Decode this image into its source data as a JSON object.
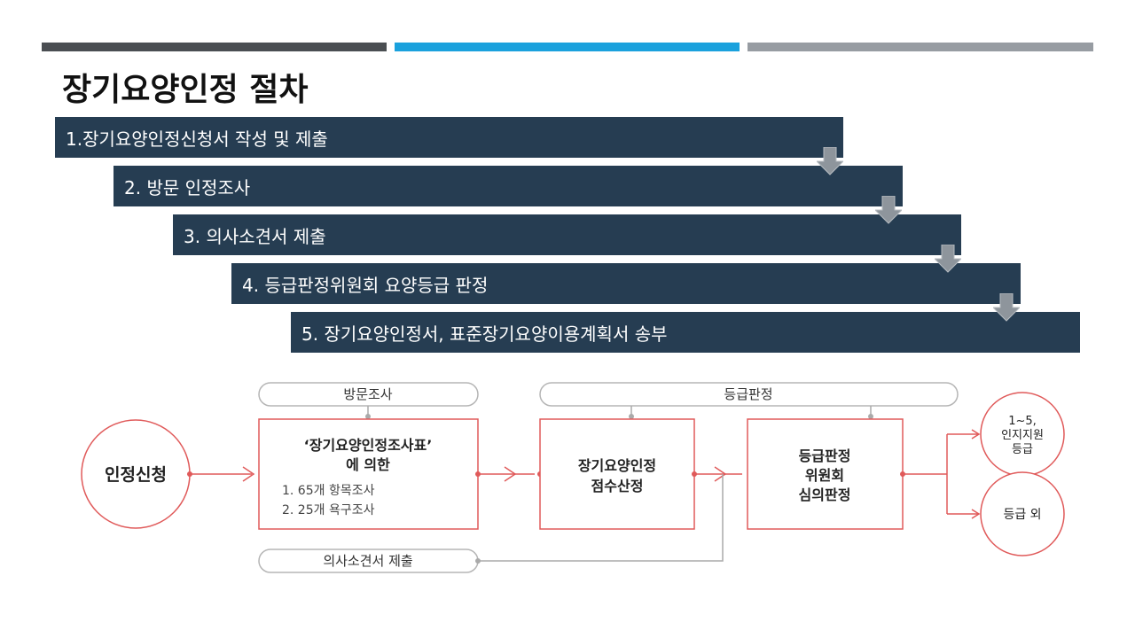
{
  "title": "장기요양인정 절차",
  "steps": [
    {
      "label": "1.장기요양인정신청서 작성 및 제출"
    },
    {
      "label": "2. 방문 인정조사"
    },
    {
      "label": "3. 의사소견서 제출"
    },
    {
      "label": "4. 등급판정위원회 요양등급 판정"
    },
    {
      "label": "5. 장기요양인정서, 표준장기요양이용계획서 송부"
    }
  ],
  "colors": {
    "header_bars": [
      "#4a4e52",
      "#1aa1dd",
      "#979ca2"
    ],
    "step_box": "#263d52",
    "down_arrow": "#8e959c",
    "flow_accent": "#e05a5a",
    "connector_gray": "#aaaaaa"
  },
  "flow": {
    "start": "인정신청",
    "visit_label": "방문조사",
    "survey_title": [
      "‘장기요양인정조사표’",
      "에 의한"
    ],
    "survey_items": [
      "1. 65개 항목조사",
      "2. 25개 욕구조사"
    ],
    "score_box": [
      "장기요양인정",
      "점수산정"
    ],
    "grade_label": "등급판정",
    "committee_box": [
      "등급판정",
      "위원회",
      "심의판정"
    ],
    "result_grade": [
      "1~5,",
      "인지지원",
      "등급"
    ],
    "result_other": "등급 외",
    "doctor_label": "의사소견서 제출"
  }
}
